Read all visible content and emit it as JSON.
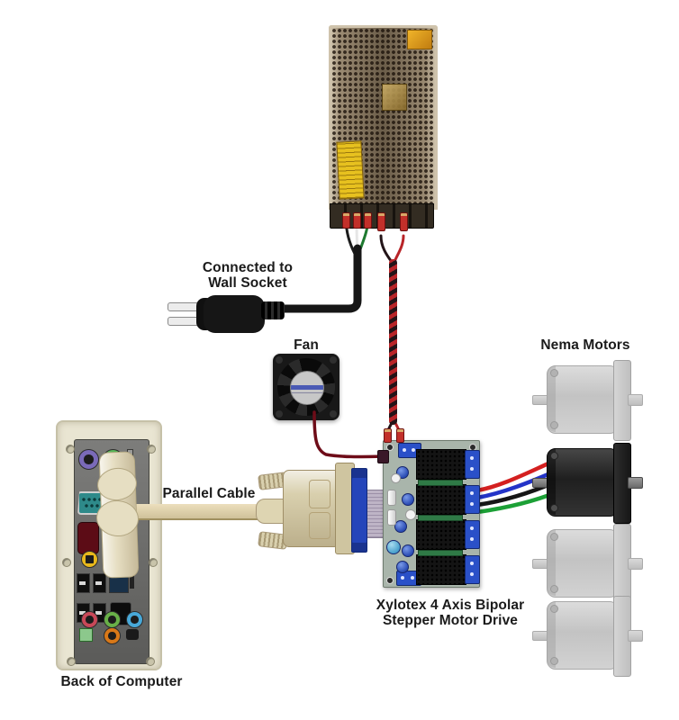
{
  "diagram": {
    "labels": {
      "wall_socket_line1": "Connected to",
      "wall_socket_line2": "Wall Socket",
      "fan": "Fan",
      "nema_motors": "Nema Motors",
      "parallel_cable": "Parallel Cable",
      "driver_line1": "Xylotex 4 Axis Bipolar",
      "driver_line2": "Stepper Motor Drive",
      "back_of_computer": "Back of Computer"
    },
    "wires": {
      "ac_cable_color": "#161616",
      "ac_leads": [
        {
          "color": "#1c1c1c"
        },
        {
          "color": "#e6e6e6"
        },
        {
          "color": "#1e7a30"
        }
      ],
      "dc_pair_colors": [
        "#b82428",
        "#231418"
      ],
      "fan_wire_color": "#6e0c18",
      "motor_wires": [
        {
          "color": "#d42020"
        },
        {
          "color": "#2434c8"
        },
        {
          "color": "#161616"
        },
        {
          "color": "#1ca036"
        }
      ]
    },
    "motors": [
      {
        "state": "inactive"
      },
      {
        "state": "connected"
      },
      {
        "state": "inactive"
      },
      {
        "state": "inactive"
      }
    ]
  }
}
